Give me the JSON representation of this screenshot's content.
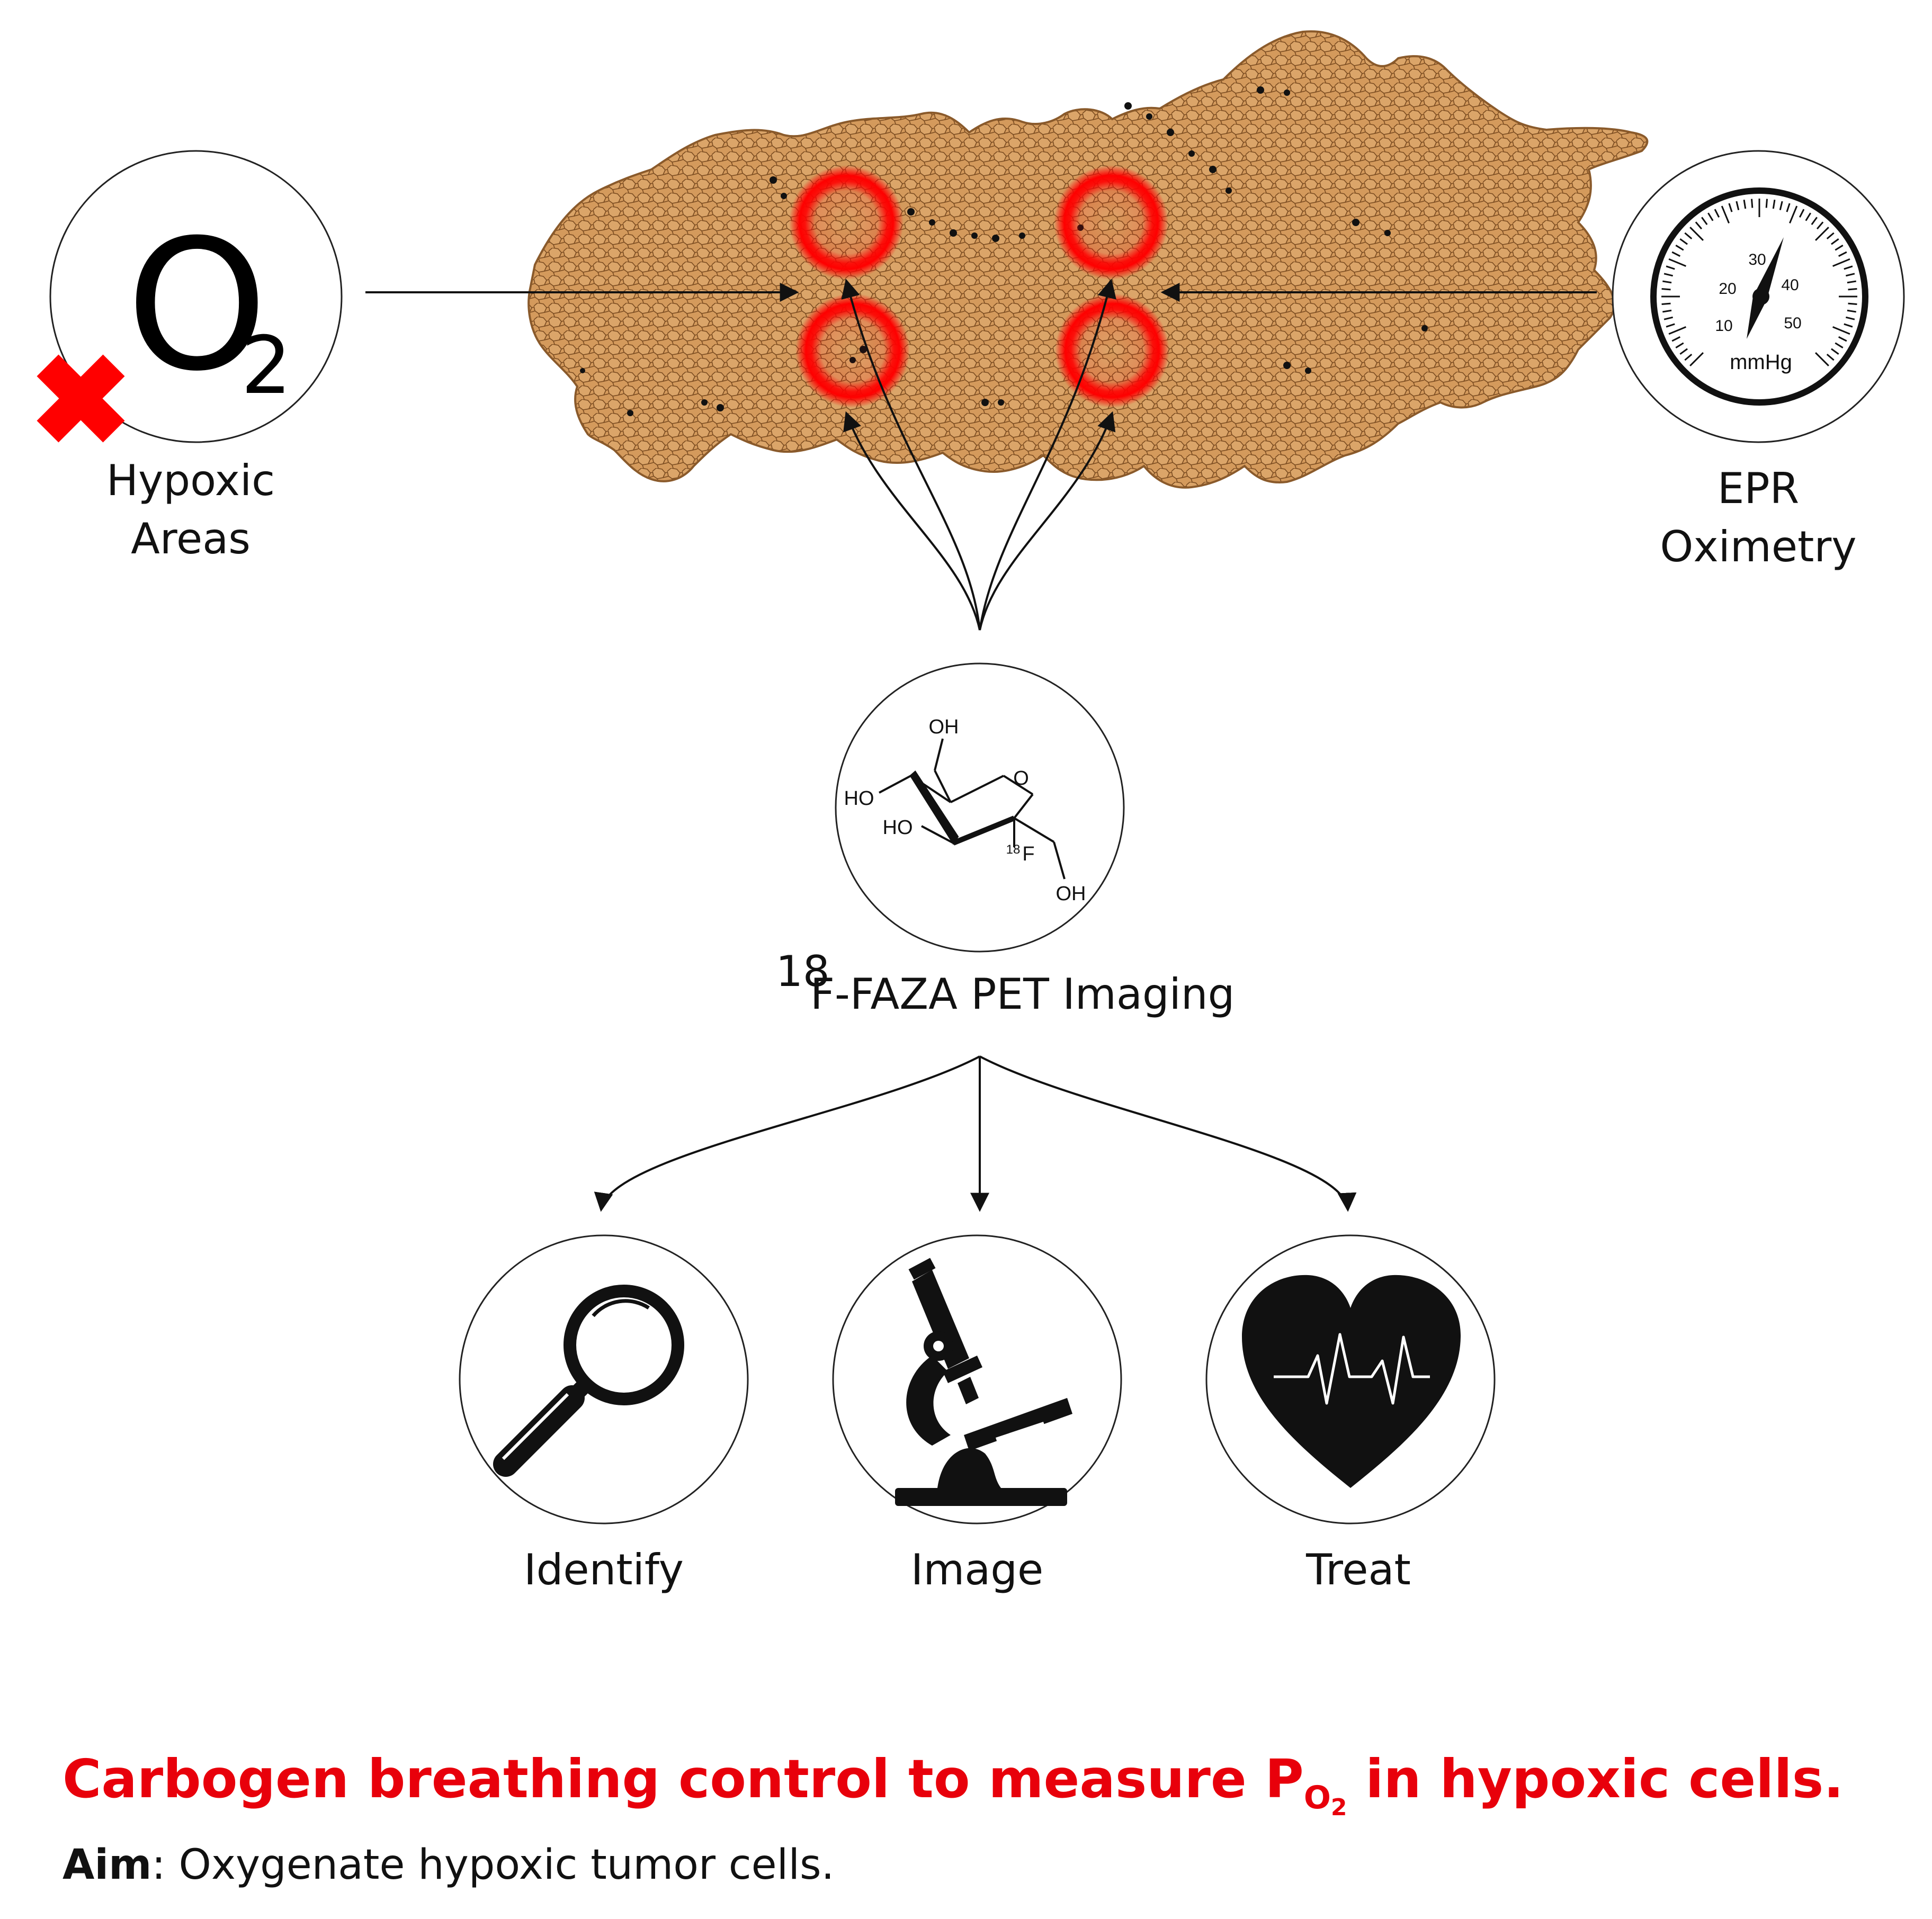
{
  "left_node": {
    "symbol": "O",
    "subscript": "2",
    "label_line1": "Hypoxic",
    "label_line2": "Areas",
    "accent": "#ff0000"
  },
  "right_node": {
    "gauge_ticks": [
      "10",
      "20",
      "30",
      "40",
      "50"
    ],
    "gauge_unit": "mmHg",
    "label_line1": "EPR",
    "label_line2": "Oximetry"
  },
  "tracer": {
    "molecule_labels": {
      "oh_top": "OH",
      "ho_left": "HO",
      "ho_mid": "HO",
      "ring_o": "O",
      "fluorine_mass": "18",
      "fluorine": "F",
      "oh_bottom": "OH"
    },
    "label_superscript": "18",
    "label_text": "F-FAZA PET Imaging"
  },
  "outcomes": [
    {
      "icon": "magnifier-icon",
      "label": "Identify"
    },
    {
      "icon": "microscope-icon",
      "label": "Image"
    },
    {
      "icon": "heart-ecg-icon",
      "label": "Treat"
    }
  ],
  "headline": {
    "before": "Carbogen breathing control to measure P",
    "sub_main": "O",
    "sub_sub": "2",
    "after": " in hypoxic cells."
  },
  "aim": {
    "label": "Aim",
    "text": ": Oxygenate hypoxic tumor cells."
  },
  "colors": {
    "tissue": "#d49a5c",
    "tissue_edge": "#8a5a2b",
    "hotspot": "#ff1a1a",
    "headline": "#e8000b"
  }
}
